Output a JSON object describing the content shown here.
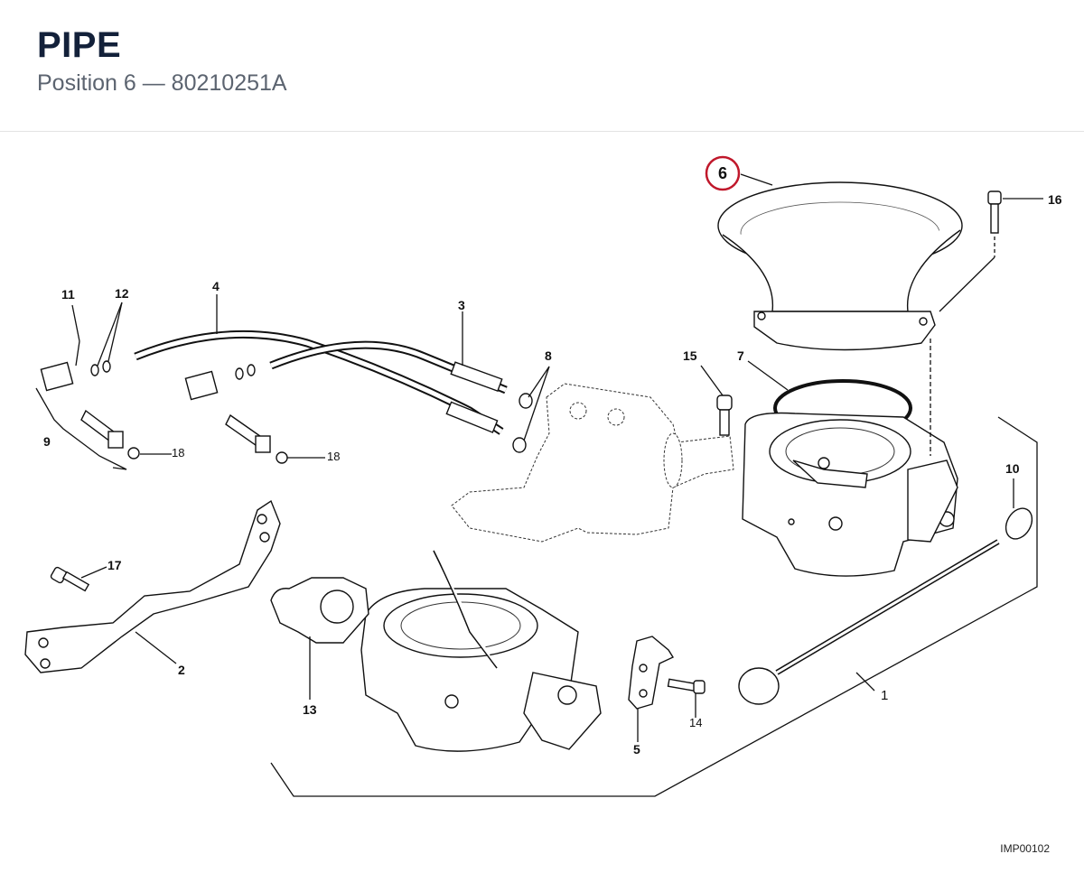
{
  "header": {
    "title": "PIPE",
    "subtitle": "Position 6 — 80210251A"
  },
  "highlight": {
    "label": "6",
    "color": "#c0182b"
  },
  "callouts": {
    "c1": "1",
    "c2": "2",
    "c3": "3",
    "c4": "4",
    "c5": "5",
    "c7": "7",
    "c8": "8",
    "c9": "9",
    "c10": "10",
    "c11": "11",
    "c12": "12",
    "c13": "13",
    "c14": "14",
    "c15": "15",
    "c16": "16",
    "c17": "17",
    "c18a": "18",
    "c18b": "18"
  },
  "footer": {
    "code": "IMP00102"
  }
}
